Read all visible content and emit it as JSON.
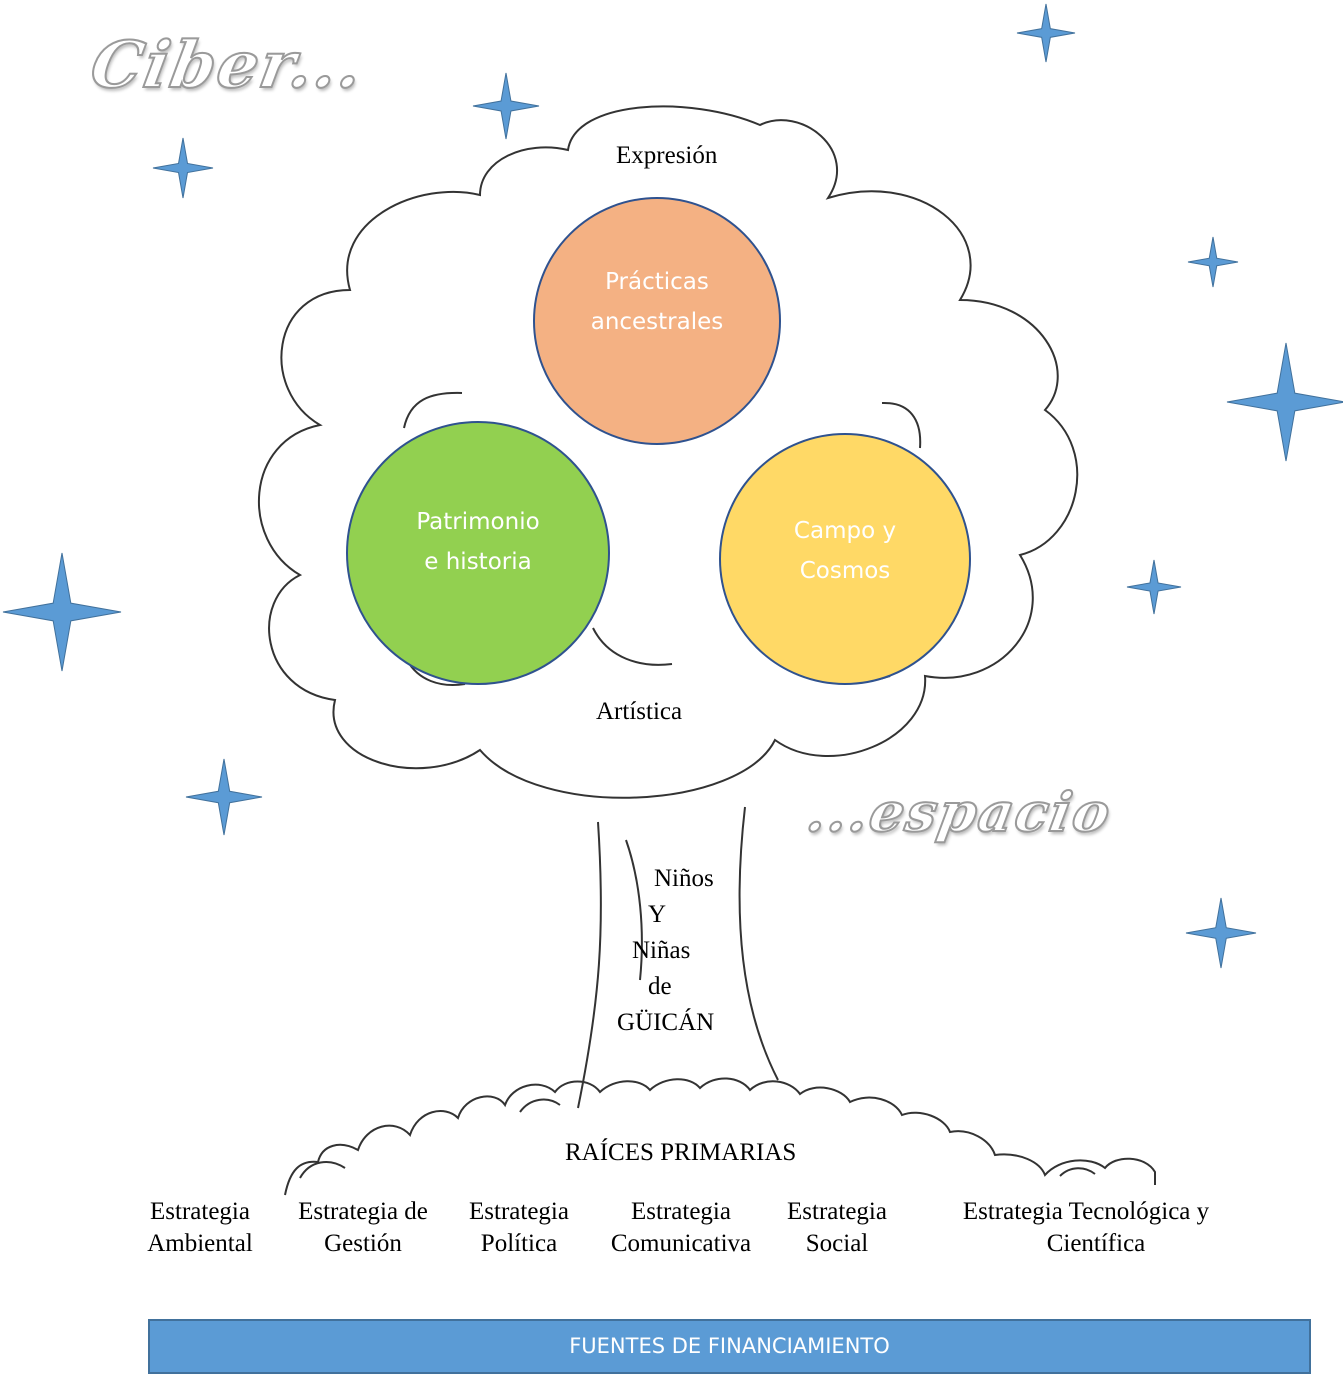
{
  "wordart": {
    "left": "Ciber...",
    "right": "...espacio"
  },
  "crown": {
    "top_label": "Expresión",
    "bottom_label": "Artística",
    "circles": [
      {
        "id": "practicas",
        "lines": [
          "Prácticas",
          "ancestrales"
        ],
        "color": "#f4b183"
      },
      {
        "id": "patrimonio",
        "lines": [
          "Patrimonio",
          "e historia"
        ],
        "color": "#92d050"
      },
      {
        "id": "campo",
        "lines": [
          "Campo y",
          "Cosmos"
        ],
        "color": "#ffd966"
      }
    ]
  },
  "trunk": {
    "lines": [
      "Niños",
      "Y",
      "Niñas",
      "de",
      "GÜICÁN"
    ]
  },
  "roots": {
    "title": "RAÍCES PRIMARIAS",
    "strategies": [
      {
        "line1": "Estrategia",
        "line2": "Ambiental"
      },
      {
        "line1": "Estrategia de",
        "line2": "Gestión"
      },
      {
        "line1": "Estrategia",
        "line2": "Política"
      },
      {
        "line1": "Estrategia",
        "line2": "Comunicativa"
      },
      {
        "line1": "Estrategia",
        "line2": "Social"
      },
      {
        "line1": "Estrategia Tecnológica y",
        "line2": "Científica"
      }
    ]
  },
  "funding": {
    "label": "FUENTES DE FINANCIAMIENTO"
  },
  "colors": {
    "star": "#5b9bd5",
    "star_outline": "#41719c",
    "circle_outline": "#2f528f",
    "outline": "#333333"
  }
}
